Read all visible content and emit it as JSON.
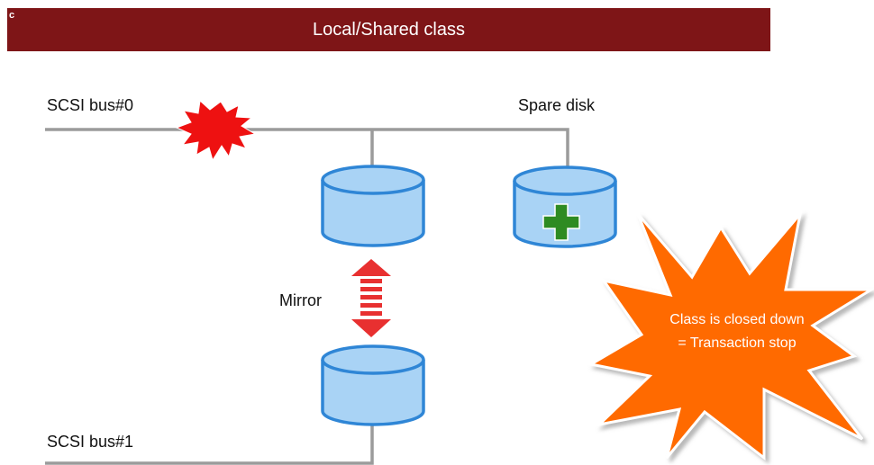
{
  "header": {
    "corner_mark": "c",
    "title": "Local/Shared class"
  },
  "labels": {
    "bus0": "SCSI  bus#0",
    "bus1": "SCSI  bus#1",
    "spare_disk": "Spare disk",
    "mirror": "Mirror"
  },
  "callout": {
    "line1": "Class is closed down",
    "line2": "= Transaction stop"
  },
  "colors": {
    "title_bar": "#7e1517",
    "disk_fill": "#a9d3f5",
    "disk_stroke": "#2f86d6",
    "bus_line": "#9b9b9b",
    "error_burst": "#ee1111",
    "mirror_arrow": "#e83030",
    "plus": "#2e8b22",
    "callout_fill": "#ff6a00"
  },
  "icons": [
    "error-burst-icon",
    "mirror-arrow-icon",
    "plus-icon",
    "disk-icon",
    "callout-burst-icon"
  ]
}
